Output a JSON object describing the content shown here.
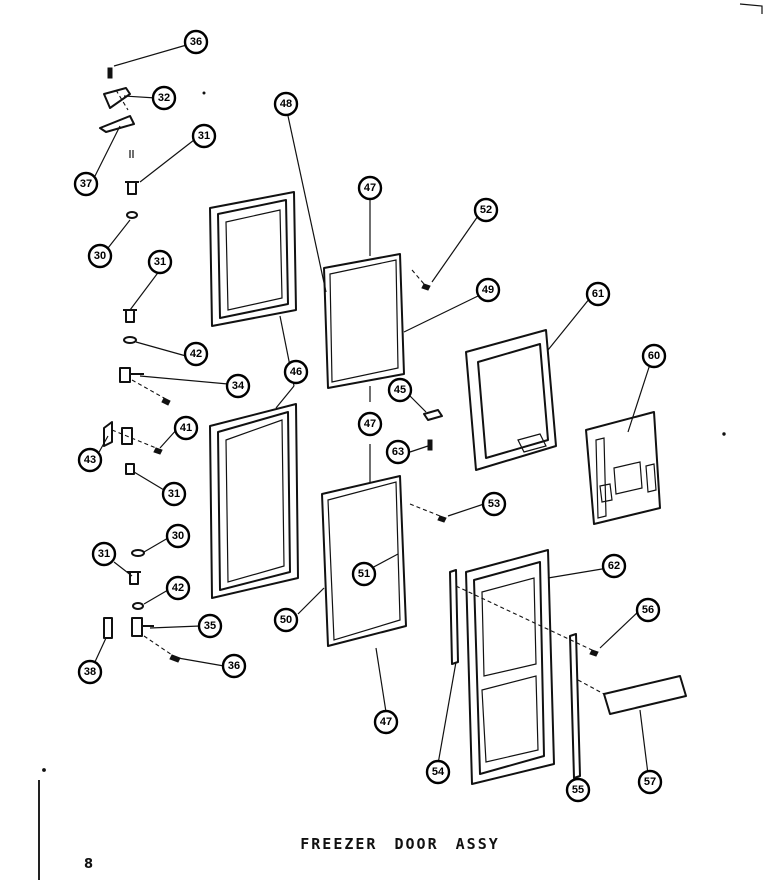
{
  "title": "FREEZER DOOR ASSY",
  "page_number": "8",
  "callouts": [
    "36",
    "32",
    "37",
    "31",
    "30",
    "31",
    "42",
    "34",
    "41",
    "43",
    "31",
    "30",
    "31",
    "42",
    "35",
    "38",
    "36",
    "46",
    "48",
    "47",
    "52",
    "49",
    "47",
    "45",
    "63",
    "46",
    "53",
    "51",
    "50",
    "47",
    "61",
    "60",
    "62",
    "56",
    "54",
    "55",
    "57"
  ]
}
